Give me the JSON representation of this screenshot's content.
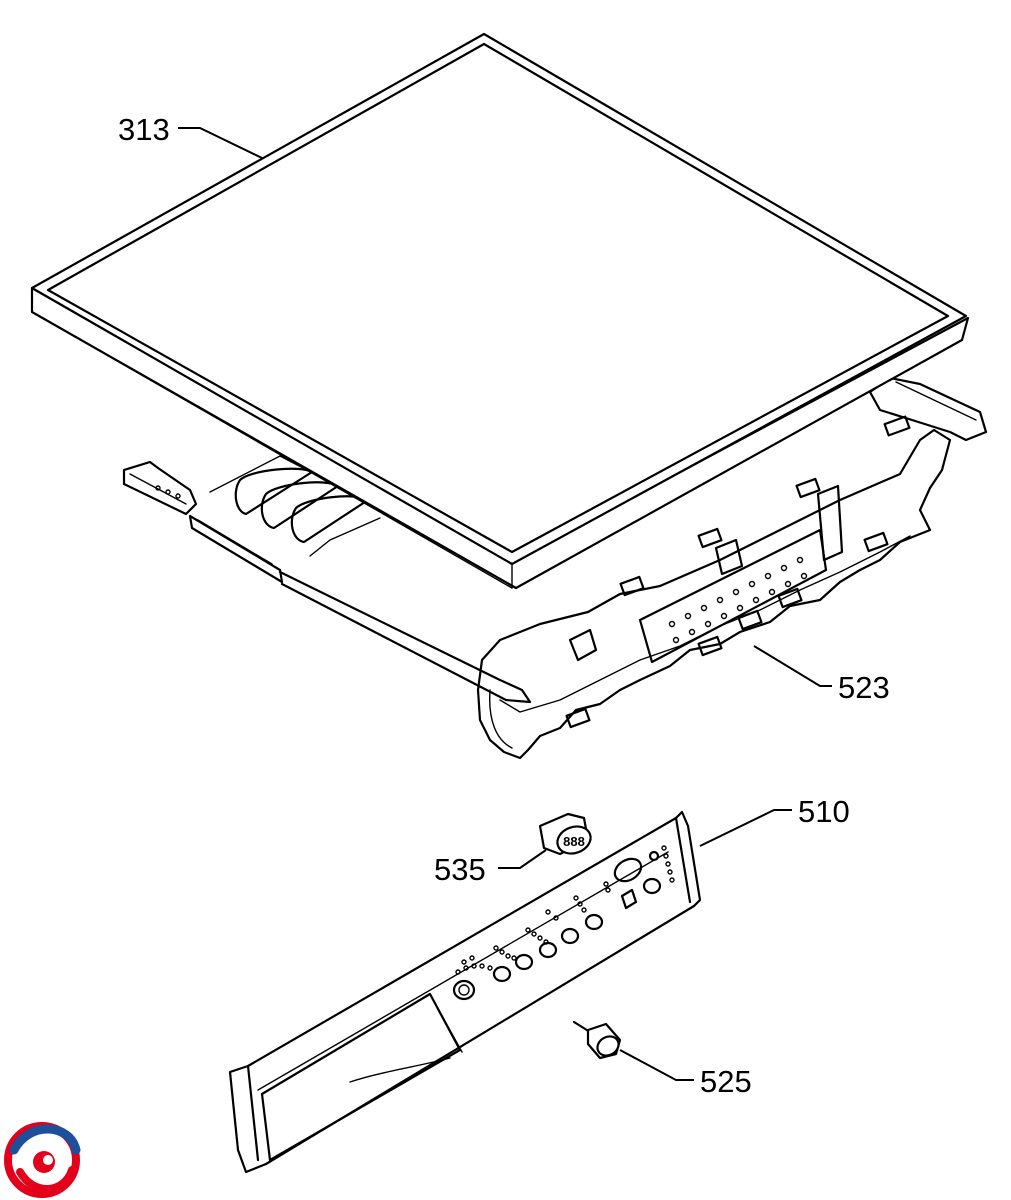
{
  "diagram": {
    "labels": {
      "p313": "313",
      "p523": "523",
      "p510": "510",
      "p535": "535",
      "p525": "525"
    },
    "display_digits": "888"
  },
  "colors": {
    "ink": "#000000",
    "paper": "#ffffff",
    "logo_red": "#e3001b",
    "logo_blue": "#1d4f9c"
  },
  "logo": {
    "icon": "brand-swirl-logo-icon"
  }
}
